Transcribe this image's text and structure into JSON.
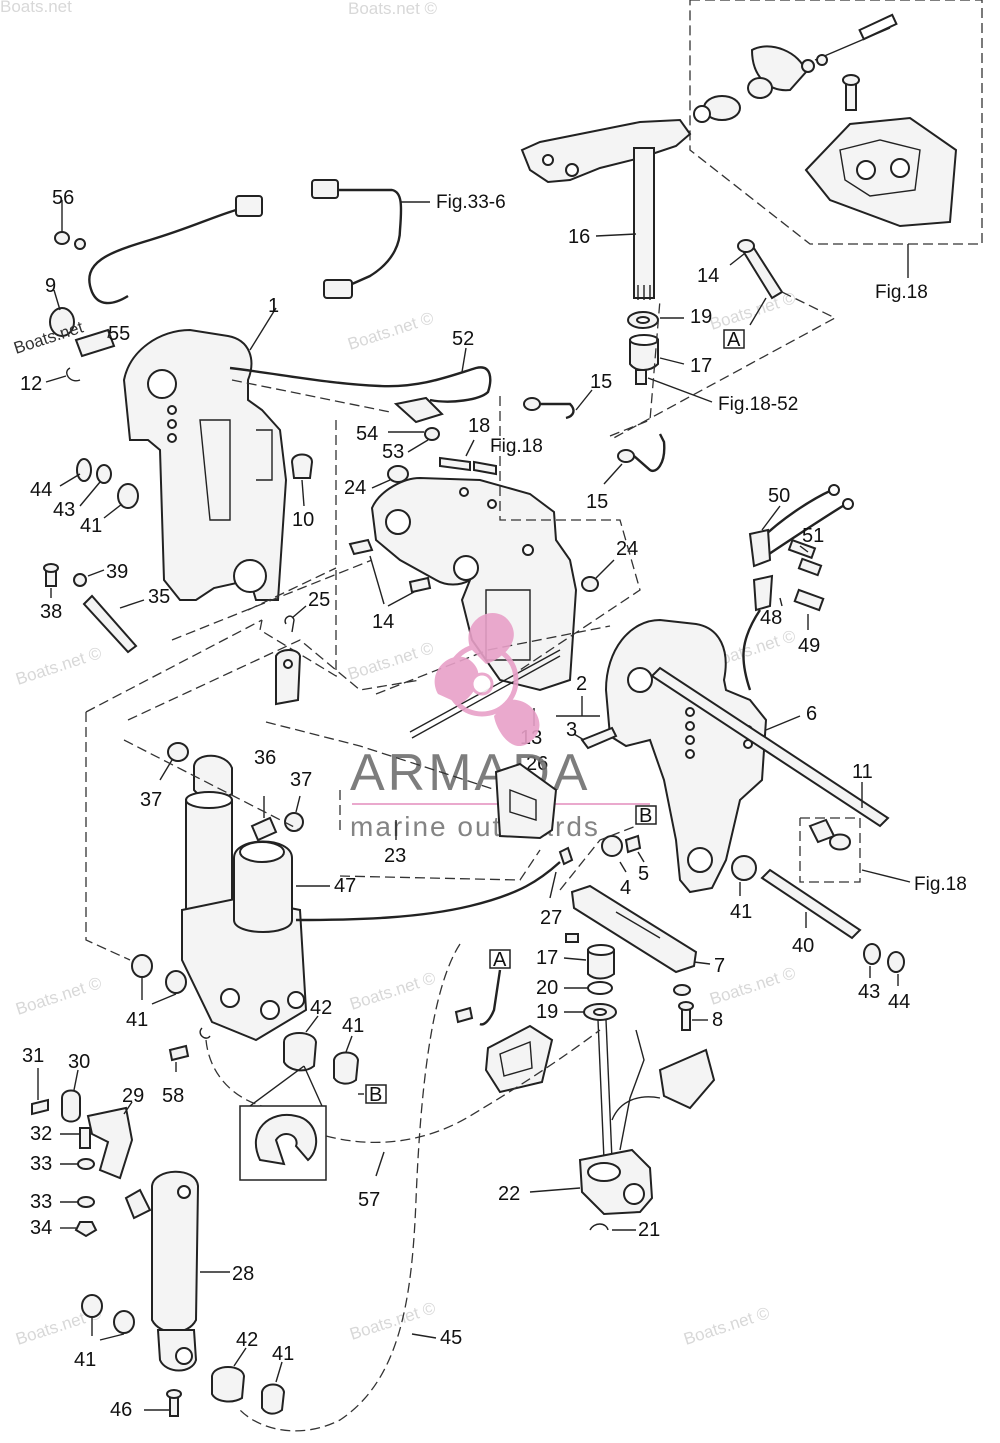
{
  "watermarks": [
    "Boats.net",
    "Boats.net ©"
  ],
  "brand": {
    "name": "ARMADA",
    "tagline": "marine outboards",
    "logo_color": "#e8a0c8"
  },
  "figure_refs": {
    "fig18": "Fig.18",
    "fig33_6": "Fig.33-6",
    "fig18_52": "Fig.18-52"
  },
  "callout_boxes": {
    "a": "A",
    "b": "B"
  },
  "part_labels": {
    "p1": "1",
    "p2": "2",
    "p3": "3",
    "p4": "4",
    "p5": "5",
    "p6": "6",
    "p7": "7",
    "p8": "8",
    "p9": "9",
    "p10": "10",
    "p11": "11",
    "p12": "12",
    "p13": "13",
    "p14": "14",
    "p15": "15",
    "p16": "16",
    "p17": "17",
    "p18": "18",
    "p19": "19",
    "p20": "20",
    "p21": "21",
    "p22": "22",
    "p23": "23",
    "p24": "24",
    "p25": "25",
    "p26": "26",
    "p27": "27",
    "p28": "28",
    "p29": "29",
    "p30": "30",
    "p31": "31",
    "p32": "32",
    "p33": "33",
    "p34": "34",
    "p35": "35",
    "p36": "36",
    "p37": "37",
    "p38": "38",
    "p39": "39",
    "p40": "40",
    "p41": "41",
    "p42": "42",
    "p43": "43",
    "p44": "44",
    "p45": "45",
    "p46": "46",
    "p47": "47",
    "p48": "48",
    "p49": "49",
    "p50": "50",
    "p51": "51",
    "p52": "52",
    "p53": "53",
    "p54": "54",
    "p55": "55",
    "p56": "56",
    "p57": "57",
    "p58": "58"
  }
}
